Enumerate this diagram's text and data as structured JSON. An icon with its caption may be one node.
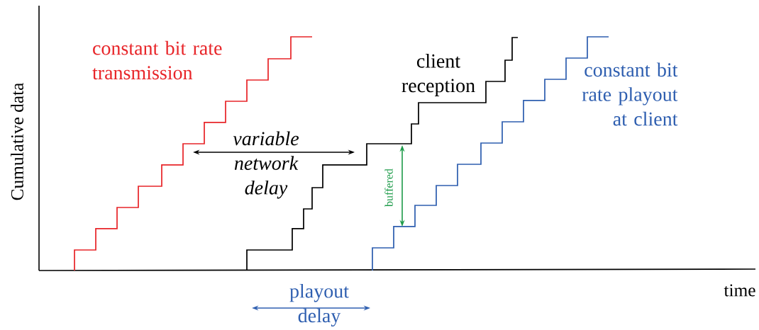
{
  "diagram": {
    "labels": [
      "constant bit rate transmission",
      "client reception",
      "constant bit rate playout at client",
      "variable network delay",
      "buffered",
      "playout delay",
      "Cumulative data",
      "time"
    ]
  }
}
